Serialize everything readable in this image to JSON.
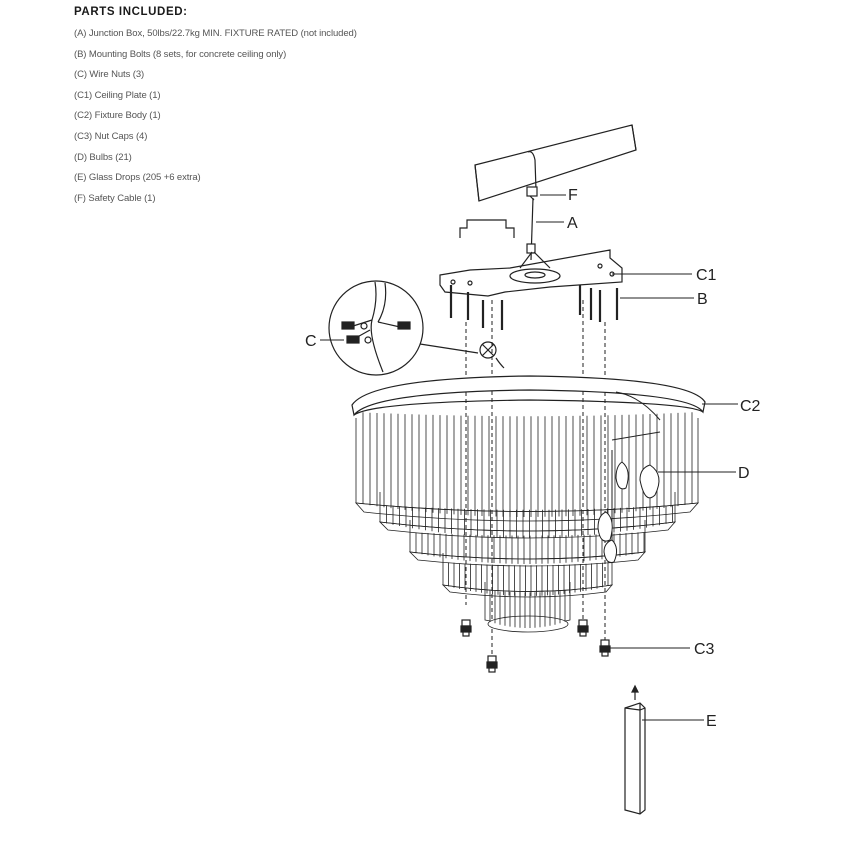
{
  "parts_list": {
    "heading": "PARTS INCLUDED:",
    "items": [
      "(A) Junction Box, 50lbs/22.7kg MIN. FIXTURE RATED (not included)",
      "(B) Mounting Bolts (8 sets, for concrete ceiling only)",
      "(C) Wire Nuts (3)",
      "(C1) Ceiling Plate (1)",
      "(C2) Fixture Body (1)",
      "(C3) Nut Caps (4)",
      "(D) Bulbs (21)",
      "(E) Glass Drops (205 +6 extra)",
      "(F) Safety Cable (1)"
    ]
  },
  "callouts": {
    "F": "F",
    "A": "A",
    "C1": "C1",
    "B": "B",
    "C": "C",
    "C2": "C2",
    "D": "D",
    "C3": "C3",
    "E": "E"
  },
  "colors": {
    "line": "#222222",
    "text": "#555555",
    "heading": "#1a1a1a"
  }
}
